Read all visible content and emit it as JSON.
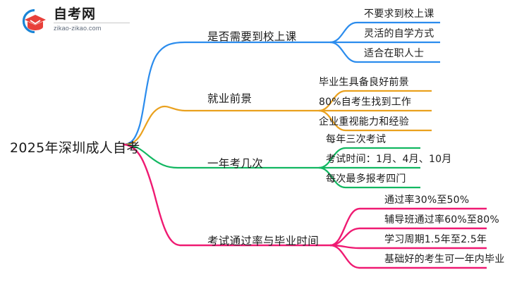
{
  "logo": {
    "brand_cn": "自考网",
    "brand_url": "zikao-zikao.com",
    "mark_icon": "graduation-cap-icon",
    "arc_color": "#1a85d6",
    "cap_color": "#e8403a"
  },
  "mindmap": {
    "root": {
      "label": "2025年深圳成人自考"
    },
    "branches": [
      {
        "label": "是否需要到校上课",
        "color": "#2b8ced",
        "children": [
          {
            "label": "不要求到校上课"
          },
          {
            "label": "灵活的自学方式"
          },
          {
            "label": "适合在职人士"
          }
        ]
      },
      {
        "label": "就业前景",
        "color": "#eaa11e",
        "children": [
          {
            "label": "毕业生具备良好前景"
          },
          {
            "label": "80%自考生找到工作"
          },
          {
            "label": "企业重视能力和经验"
          }
        ]
      },
      {
        "label": "一年考几次",
        "color": "#12b761",
        "children": [
          {
            "label": "每年三次考试"
          },
          {
            "label": "考试时间：1月、4月、10月"
          },
          {
            "label": "每次最多报考四门"
          }
        ]
      },
      {
        "label": "考试通过率与毕业时间",
        "color": "#ef1a72",
        "children": [
          {
            "label": "通过率30%至50%"
          },
          {
            "label": "辅导班通过率60%至80%"
          },
          {
            "label": "学习周期1.5年至2.5年"
          },
          {
            "label": "基础好的考生可一年内毕业"
          }
        ]
      }
    ]
  }
}
